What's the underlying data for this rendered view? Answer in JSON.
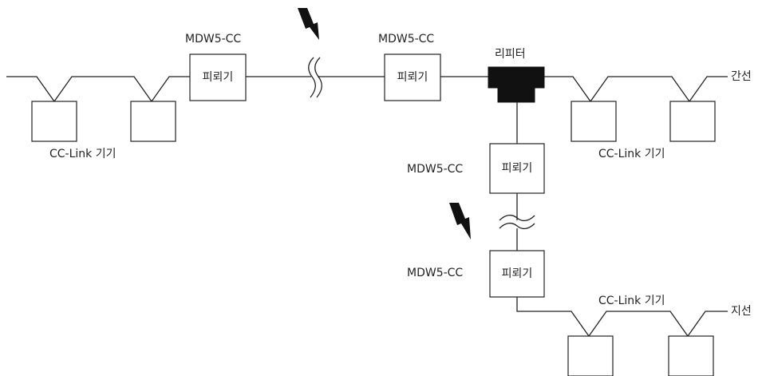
{
  "labels": {
    "mdw_left_top": "MDW5-CC",
    "mdw_mid_top": "MDW5-CC",
    "mdw_branch_upper": "MDW5-CC",
    "mdw_branch_lower": "MDW5-CC",
    "repeater_title": "리피터",
    "trunk_line": "간선",
    "branch_line": "지선",
    "cclink_left": "CC-Link 기기",
    "cclink_right": "CC-Link 기기",
    "cclink_branch": "CC-Link 기기"
  },
  "boxes": {
    "left_top": "피뢰기",
    "mid_top": "피뢰기",
    "branch_upper": "피뢰기",
    "branch_lower": "피뢰기"
  },
  "colors": {
    "line": "#222222",
    "repeater_fill": "#111111",
    "background": "#ffffff"
  },
  "icons": [
    "lightning-bolt-icon",
    "lightning-bolt-icon",
    "cable-break-icon",
    "cable-break-icon"
  ]
}
